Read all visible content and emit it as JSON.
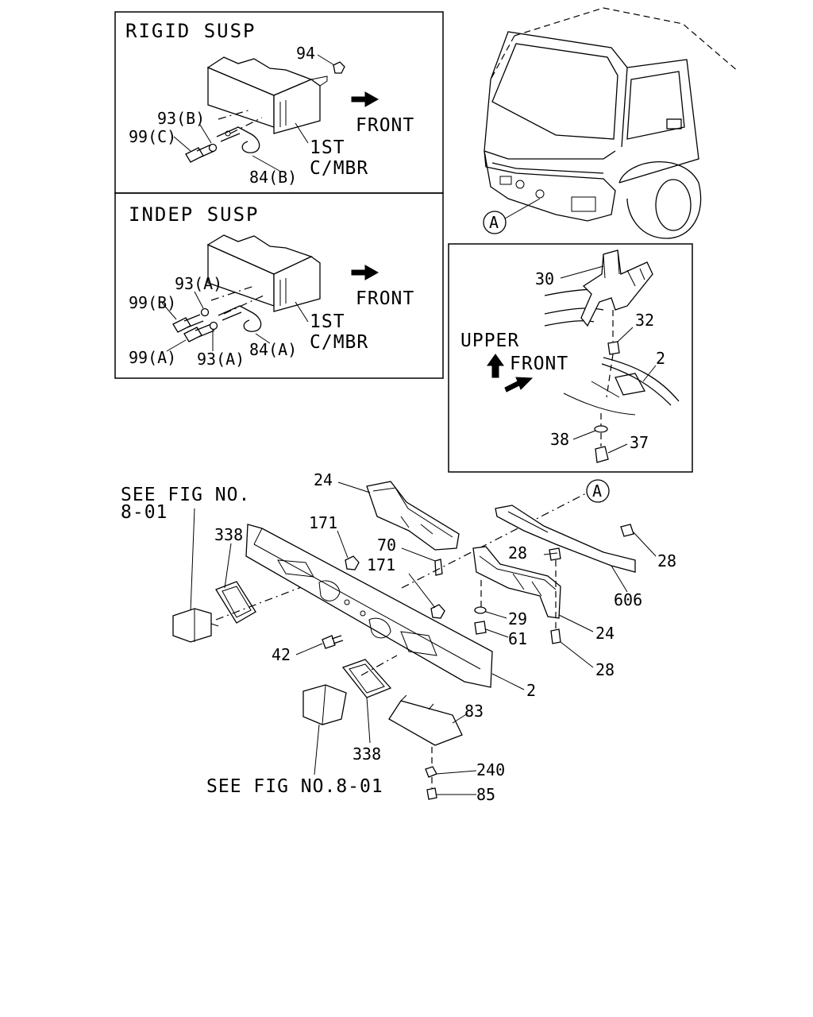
{
  "panels": {
    "rigid": {
      "title": "RIGID SUSP",
      "front": "FRONT",
      "member_line1": "1ST",
      "member_line2": "C/MBR",
      "callouts": {
        "nut": "94",
        "washer": "93(B)",
        "bolt": "99(C)",
        "hook": "84(B)"
      }
    },
    "indep": {
      "title": "INDEP SUSP",
      "front": "FRONT",
      "member_line1": "1ST",
      "member_line2": "C/MBR",
      "callouts": {
        "washer_top": "93(A)",
        "bolt_top": "99(B)",
        "bolt_bottom": "99(A)",
        "washer_bottom": "93(A)",
        "hook": "84(A)"
      }
    },
    "detail": {
      "upper": "UPPER",
      "front": "FRONT",
      "callouts": {
        "bracket": "30",
        "bolt": "32",
        "bumper": "2",
        "washer": "38",
        "nut": "37"
      }
    }
  },
  "truck": {
    "ref": "A"
  },
  "main": {
    "ref": "A",
    "see_fig_top_line1": "SEE FIG NO.",
    "see_fig_top_line2": "8-01",
    "see_fig_bottom": "SEE FIG NO.8-01",
    "callouts": {
      "bracket_top": "24",
      "gasket_left": "338",
      "nut_171_top": "171",
      "clip_70": "70",
      "nut_171_mid": "171",
      "bolt_42": "42",
      "bumper_2": "2",
      "gasket_bottom": "338",
      "plate_83": "83",
      "washer_240": "240",
      "screw_85": "85",
      "bolt_28_a": "28",
      "washer_29": "29",
      "bolt_61": "61",
      "bracket_24_right": "24",
      "bolt_28_b": "28",
      "bolt_28_c": "28",
      "bar_606": "606"
    }
  }
}
